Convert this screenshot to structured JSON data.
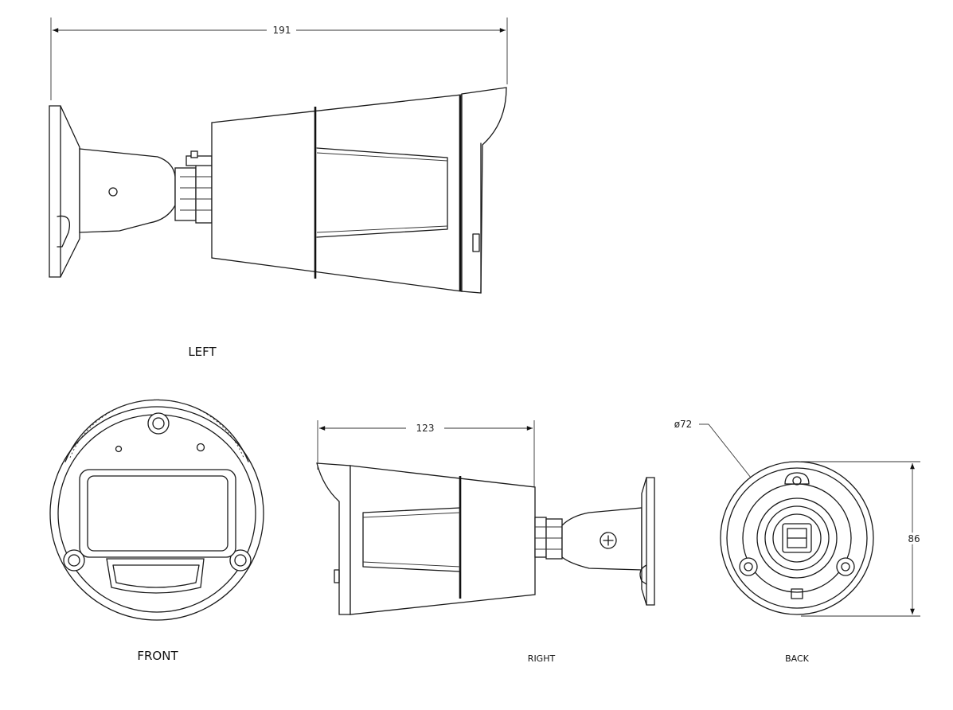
{
  "dimensions": {
    "overall_length": "191",
    "right_length": "123",
    "back_diameter": "ø72",
    "back_height": "86"
  },
  "views": {
    "left": "LEFT",
    "front": "FRONT",
    "right": "RIGHT",
    "back": "BACK"
  }
}
